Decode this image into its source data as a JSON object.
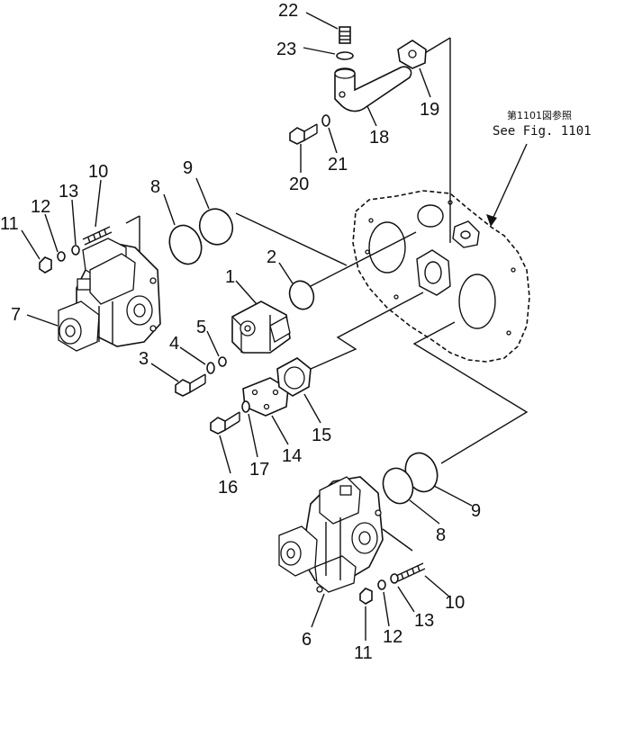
{
  "reference": {
    "japanese": "第1101図参照",
    "english": "See Fig. 1101"
  },
  "callouts": [
    {
      "id": "c1",
      "label": "1"
    },
    {
      "id": "c2",
      "label": "2"
    },
    {
      "id": "c3",
      "label": "3"
    },
    {
      "id": "c4",
      "label": "4"
    },
    {
      "id": "c5",
      "label": "5"
    },
    {
      "id": "c6",
      "label": "6"
    },
    {
      "id": "c7",
      "label": "7"
    },
    {
      "id": "c8a",
      "label": "8"
    },
    {
      "id": "c8b",
      "label": "8"
    },
    {
      "id": "c9a",
      "label": "9"
    },
    {
      "id": "c9b",
      "label": "9"
    },
    {
      "id": "c10a",
      "label": "10"
    },
    {
      "id": "c10b",
      "label": "10"
    },
    {
      "id": "c11a",
      "label": "11"
    },
    {
      "id": "c11b",
      "label": "11"
    },
    {
      "id": "c12a",
      "label": "12"
    },
    {
      "id": "c12b",
      "label": "12"
    },
    {
      "id": "c13a",
      "label": "13"
    },
    {
      "id": "c13b",
      "label": "13"
    },
    {
      "id": "c14",
      "label": "14"
    },
    {
      "id": "c15",
      "label": "15"
    },
    {
      "id": "c16",
      "label": "16"
    },
    {
      "id": "c17",
      "label": "17"
    },
    {
      "id": "c18",
      "label": "18"
    },
    {
      "id": "c19",
      "label": "19"
    },
    {
      "id": "c20",
      "label": "20"
    },
    {
      "id": "c21",
      "label": "21"
    },
    {
      "id": "c22",
      "label": "22"
    },
    {
      "id": "c23",
      "label": "23"
    }
  ]
}
